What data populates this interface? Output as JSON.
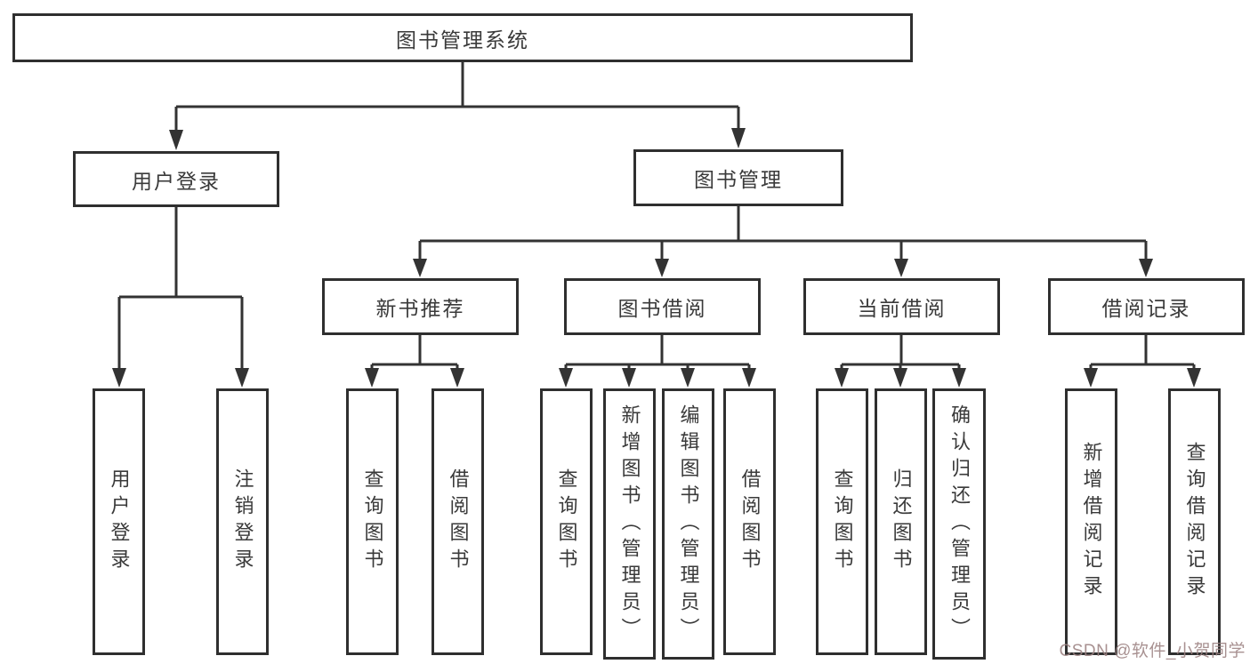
{
  "diagram_title": "图书管理系统",
  "tree": {
    "label": "图书管理系统",
    "children": [
      {
        "label": "用户登录",
        "children": [
          {
            "label": "用户登录"
          },
          {
            "label": "注销登录"
          }
        ]
      },
      {
        "label": "图书管理",
        "children": [
          {
            "label": "新书推荐",
            "children": [
              {
                "label": "查询图书"
              },
              {
                "label": "借阅图书"
              }
            ]
          },
          {
            "label": "图书借阅",
            "children": [
              {
                "label": "查询图书"
              },
              {
                "label": "新增图书（管理员）"
              },
              {
                "label": "编辑图书（管理员）"
              },
              {
                "label": "借阅图书"
              }
            ]
          },
          {
            "label": "当前借阅",
            "children": [
              {
                "label": "查询图书"
              },
              {
                "label": "归还图书"
              },
              {
                "label": "确认归还（管理员）"
              }
            ]
          },
          {
            "label": "借阅记录",
            "children": [
              {
                "label": "新增借阅记录"
              },
              {
                "label": "查询借阅记录"
              }
            ]
          }
        ]
      }
    ]
  },
  "watermark": {
    "text": "CSDN @软件_小贺同学"
  },
  "colors": {
    "line": "#333333",
    "box_border": "#2f2f2f",
    "text": "#3a3a3a",
    "background": "#ffffff",
    "watermark": "#9c8282"
  }
}
